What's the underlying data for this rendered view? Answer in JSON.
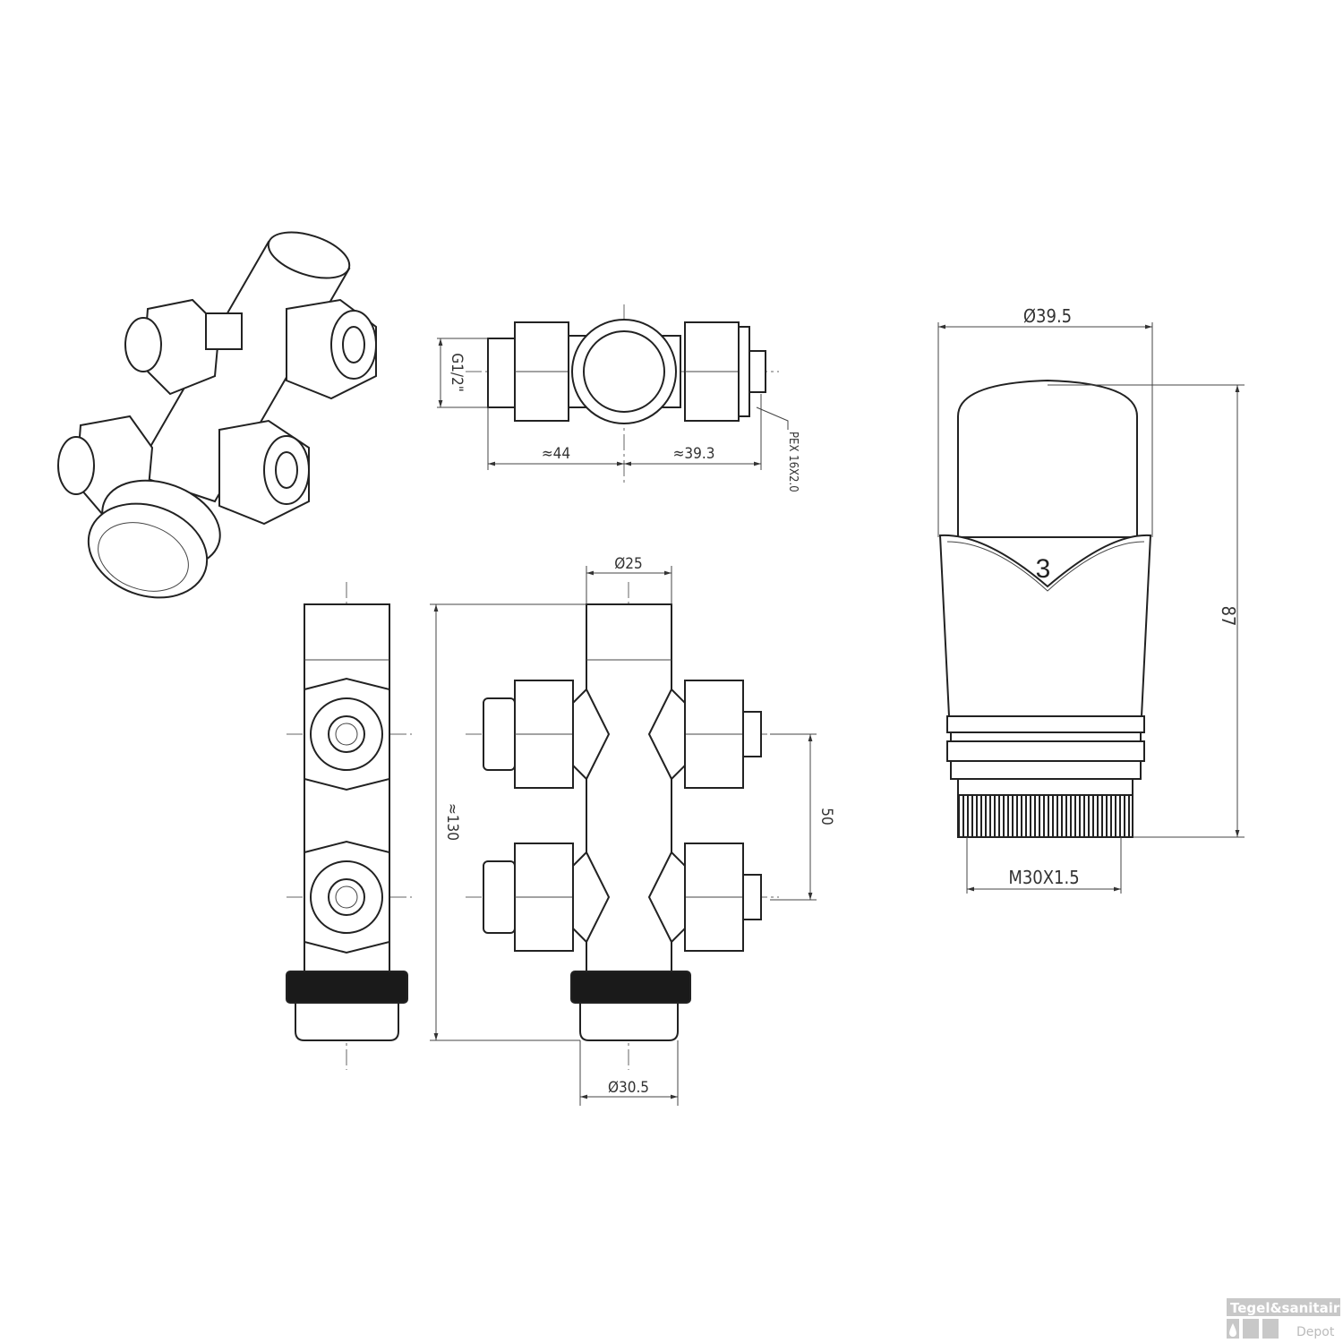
{
  "labels": {
    "top_height": "G1/2\"",
    "top_left_len": "≈44",
    "top_right_len": "≈39.3",
    "pex": "PEX 16X2.0",
    "tube_dia": "Ø25",
    "total_height": "≈130",
    "spacing": "50",
    "nut_dia": "Ø30.5",
    "head_dia": "Ø39.5",
    "head_height": "87",
    "thread": "M30X1.5",
    "setting": "3"
  },
  "logo": {
    "line1": "Tegel&sanitair",
    "line2": "Depot"
  }
}
